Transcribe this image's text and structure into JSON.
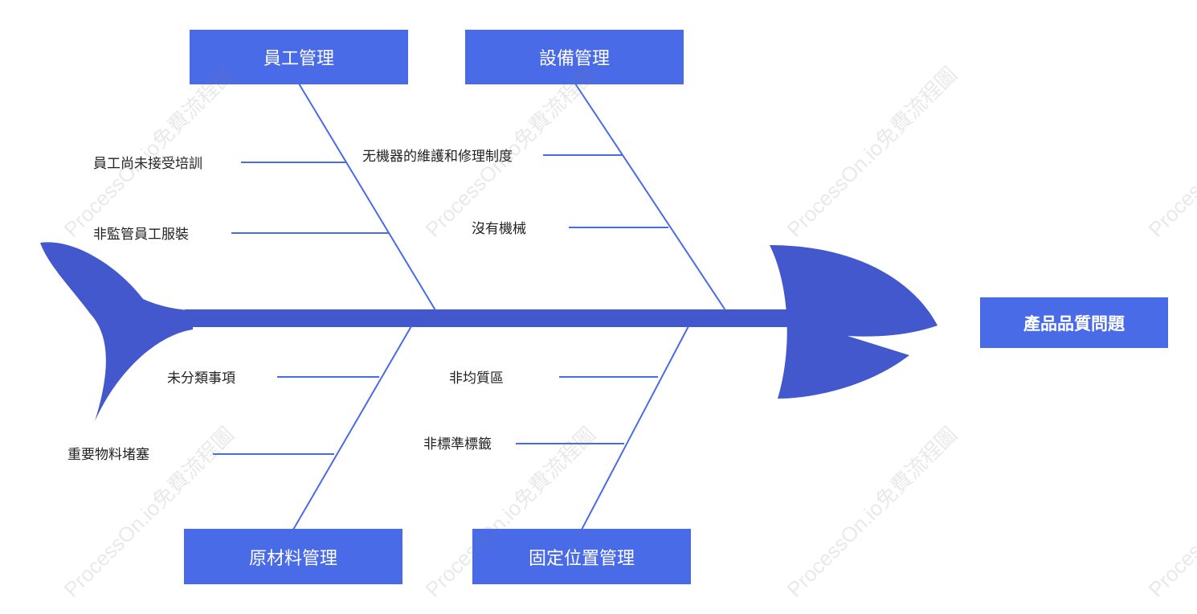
{
  "effect": "產品品質問題",
  "categories": {
    "staff": "員工管理",
    "equipment": "設備管理",
    "materials": "原材料管理",
    "location": "固定位置管理"
  },
  "causes": {
    "staff_1": "員工尚未接受培訓",
    "staff_2": "非監管員工服裝",
    "equipment_1": "无機器的維護和修理制度",
    "equipment_2": "沒有機械",
    "materials_1": "未分類事項",
    "materials_2": "重要物料堵塞",
    "location_1": "非均質區",
    "location_2": "非標準標籤"
  },
  "watermark": "ProcessOn.io免費流程圖",
  "colors": {
    "box": "#4a6be8",
    "spine": "#4358cc",
    "bone": "#4a6be8",
    "text": "#222222"
  }
}
